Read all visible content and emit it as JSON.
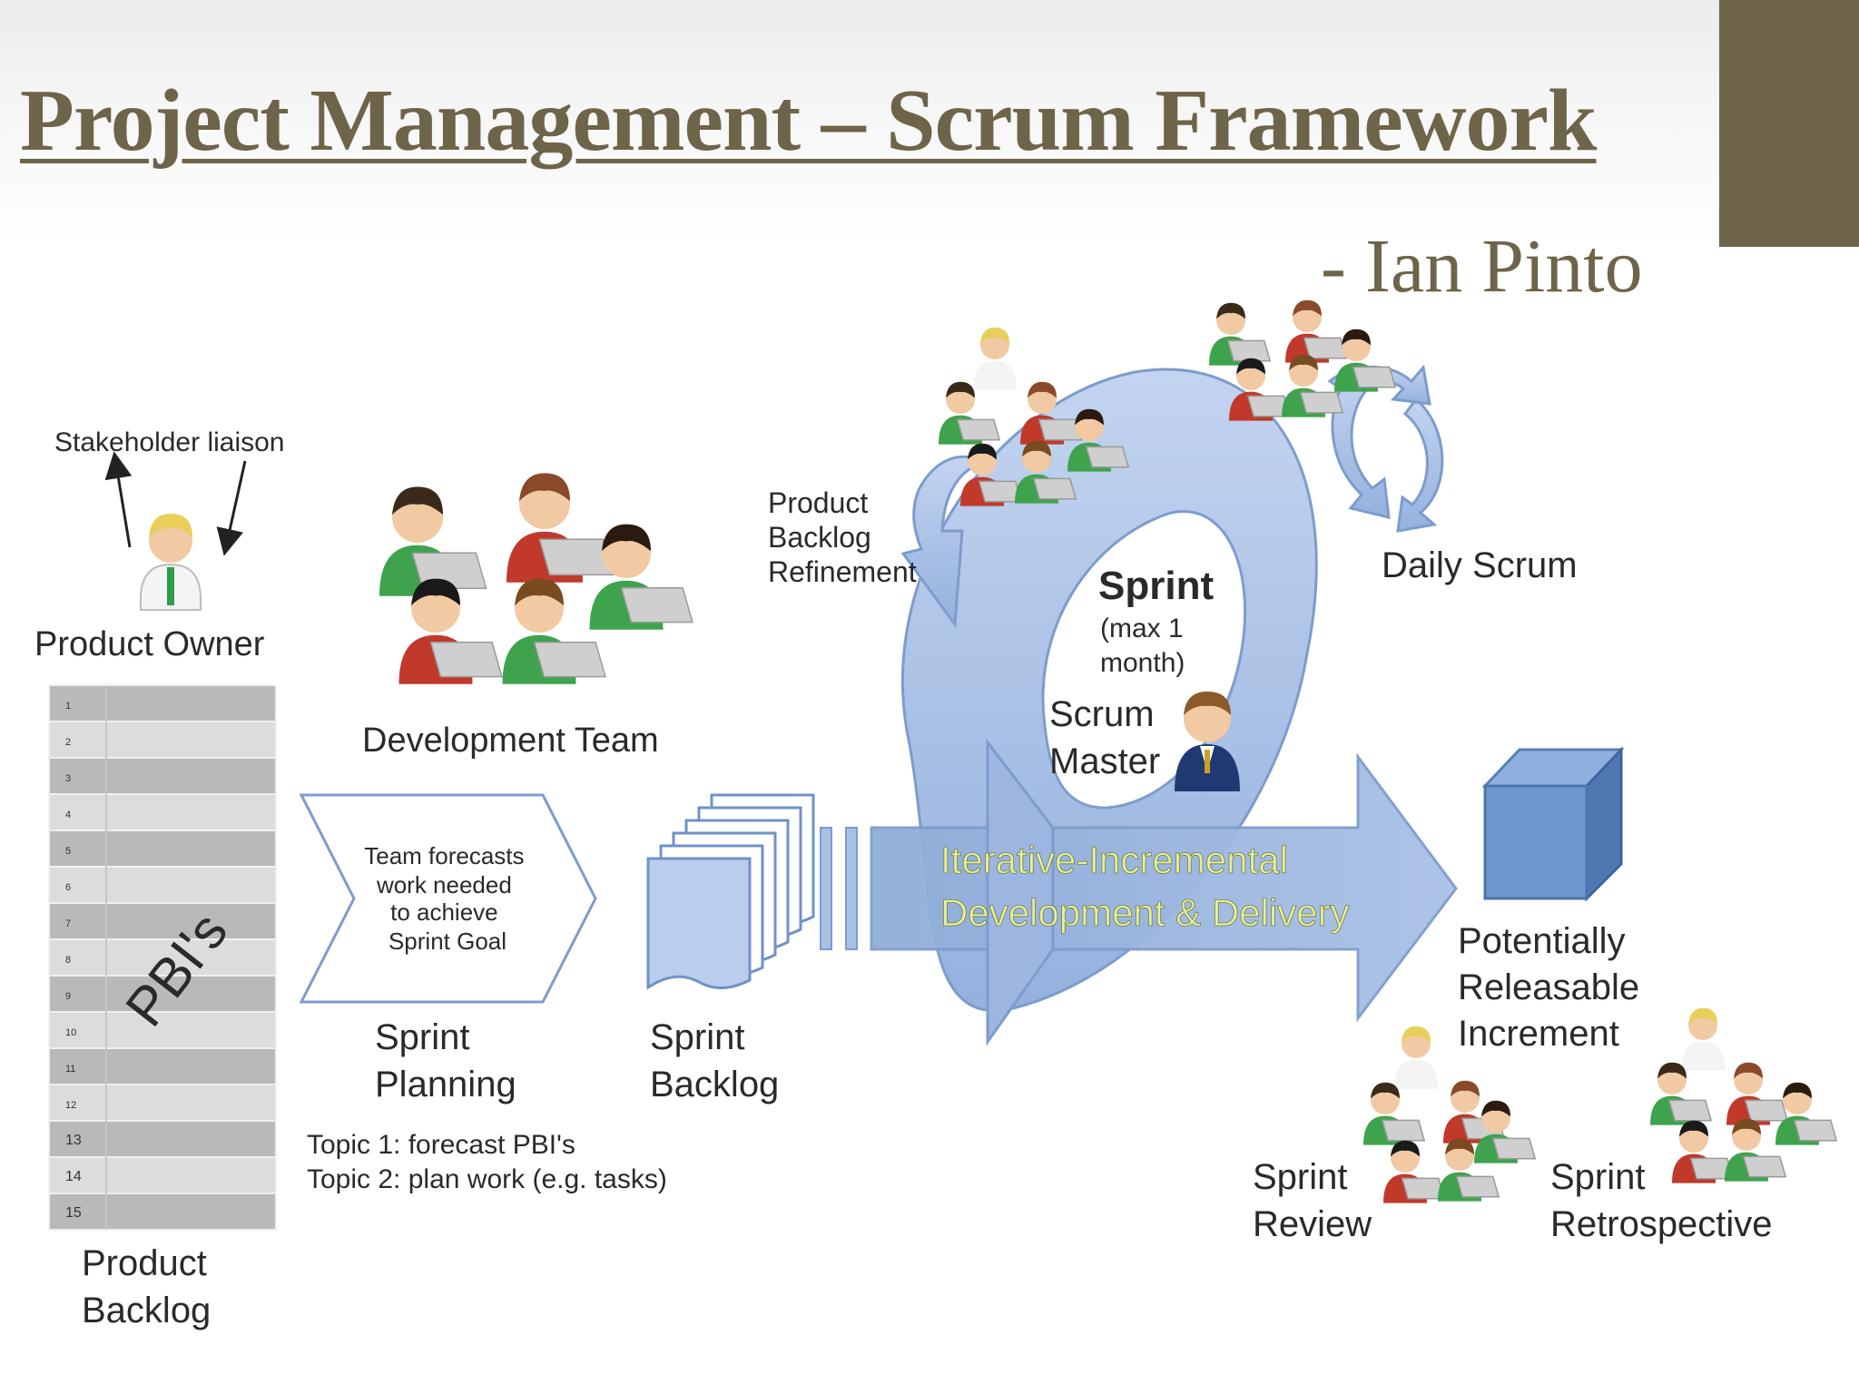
{
  "slide": {
    "title": "Project Management – Scrum Framework",
    "author": "- Ian Pinto"
  },
  "diagram": {
    "stakeholder_liaison": "Stakeholder liaison",
    "product_owner": "Product Owner",
    "development_team": "Development Team",
    "product_backlog": [
      "Product",
      "Backlog"
    ],
    "pbis_label": "PBI's",
    "backlog_rows": [
      "1",
      "2",
      "3",
      "4",
      "5",
      "6",
      "7",
      "8",
      "9",
      "10",
      "11",
      "12",
      "13",
      "14",
      "15"
    ],
    "planning_chevron": [
      "Team forecasts",
      "work needed",
      "to achieve",
      "Sprint Goal"
    ],
    "sprint_planning": [
      "Sprint",
      "Planning"
    ],
    "topics": [
      "Topic 1: forecast PBI's",
      "Topic 2: plan work (e.g. tasks)"
    ],
    "sprint_backlog": [
      "Sprint",
      "Backlog"
    ],
    "refinement": [
      "Product",
      "Backlog",
      "Refinement"
    ],
    "sprint_title": "Sprint",
    "sprint_duration": [
      "(max 1",
      "month)"
    ],
    "scrum_master": [
      "Scrum",
      "Master"
    ],
    "daily_scrum": "Daily Scrum",
    "delivery": [
      "Iterative-Incremental",
      "Development & Delivery"
    ],
    "increment": [
      "Potentially",
      "Releasable",
      "Increment"
    ],
    "sprint_review": [
      "Sprint",
      "Review"
    ],
    "sprint_retrospective": [
      "Sprint",
      "Retrospective"
    ]
  },
  "colors": {
    "accent": "#6e6449",
    "diagram_blue": "#a9c0e6",
    "diagram_blue_dark": "#7d9ccd",
    "delivery_text": "#e8ef9a",
    "team_green": "#3fa34d",
    "team_red": "#c0392b"
  }
}
